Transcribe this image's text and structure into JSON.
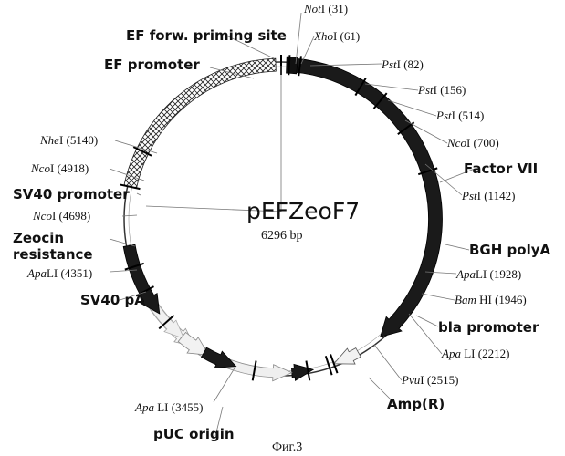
{
  "plasmid": {
    "name": "pEFZeoF7",
    "size": "6296 bp"
  },
  "features": [
    {
      "id": "ef_forw",
      "label": "EF forw. priming site"
    },
    {
      "id": "ef_promoter",
      "label": "EF promoter"
    },
    {
      "id": "factor_vii",
      "label": "Factor VII"
    },
    {
      "id": "sv40_promoter",
      "label": "SV40 promoter"
    },
    {
      "id": "zeocin",
      "label": "Zeocin",
      "label2": "resistance"
    },
    {
      "id": "sv40_pa",
      "label": "SV40 pA"
    },
    {
      "id": "bgh",
      "label": "BGH polyA"
    },
    {
      "id": "bla",
      "label": "bla promoter"
    },
    {
      "id": "ampr",
      "label": "Amp(R)"
    },
    {
      "id": "puc",
      "label": "pUC origin"
    }
  ],
  "sites": [
    {
      "id": "not1",
      "enzyme": "Not",
      "suffix": "I",
      "pos": "(31)"
    },
    {
      "id": "xho1",
      "enzyme": "Xho",
      "suffix": "I",
      "pos": "(61)"
    },
    {
      "id": "pst82",
      "enzyme": "Pst",
      "suffix": "I",
      "pos": "(82)"
    },
    {
      "id": "pst156",
      "enzyme": "Pst",
      "suffix": "I",
      "pos": "(156)"
    },
    {
      "id": "pst514",
      "enzyme": "Pst",
      "suffix": "I",
      "pos": "(514)"
    },
    {
      "id": "nco700",
      "enzyme": "Nco",
      "suffix": "I",
      "pos": "(700)"
    },
    {
      "id": "pst1142",
      "enzyme": "Pst",
      "suffix": "I",
      "pos": "(1142)"
    },
    {
      "id": "nhe5140",
      "enzyme": "Nhe",
      "suffix": "I",
      "pos": "(5140)"
    },
    {
      "id": "nco4918",
      "enzyme": "Nco",
      "suffix": "I",
      "pos": "(4918)"
    },
    {
      "id": "nco4698",
      "enzyme": "Nco",
      "suffix": "I",
      "pos": "(4698)"
    },
    {
      "id": "apa4351",
      "enzyme": "Apa",
      "suffix": "LI",
      "pos": "(4351)"
    },
    {
      "id": "apa1928",
      "enzyme": "Apa",
      "suffix": "LI",
      "pos": "(1928)"
    },
    {
      "id": "bam1946",
      "enzyme": "Bam",
      "suffix": " HI",
      "pos": "(1946)"
    },
    {
      "id": "apa2212",
      "enzyme": "Apa",
      "suffix": " LI",
      "pos": "(2212)"
    },
    {
      "id": "pvu2515",
      "enzyme": "Pvu",
      "suffix": "I",
      "pos": "(2515)"
    },
    {
      "id": "apa3455",
      "enzyme": "Apa",
      "suffix": " LI",
      "pos": "(3455)"
    }
  ],
  "caption": "Фиг.3"
}
